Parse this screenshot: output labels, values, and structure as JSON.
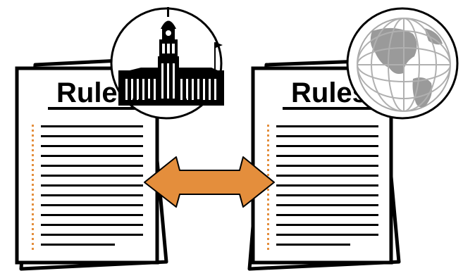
{
  "documents": [
    {
      "title": "Rules",
      "badge_icon": "city-hall-building-icon",
      "text_lines": 13
    },
    {
      "title": "Rules",
      "badge_icon": "globe-icon",
      "text_lines": 13
    }
  ],
  "connector": {
    "icon": "double-headed-arrow-icon",
    "color": "#E48E3C"
  },
  "colors": {
    "ink": "#000000",
    "paper": "#ffffff",
    "bullet": "#E48E3C",
    "globe_land": "#9a9a9a",
    "globe_grid": "#b0b0b0"
  }
}
